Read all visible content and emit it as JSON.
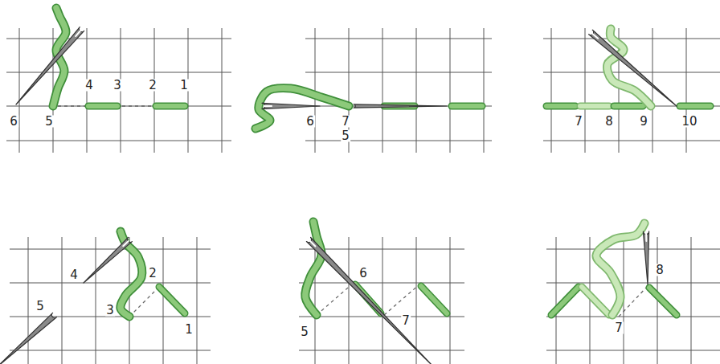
{
  "diagram": {
    "labels": [
      "4",
      "3",
      "2",
      "1",
      "6",
      "5",
      "6",
      "7",
      "5",
      "7",
      "8",
      "9",
      "10",
      "4",
      "2",
      "5",
      "3",
      "1",
      "6",
      "5",
      "7",
      "8",
      "7"
    ]
  }
}
